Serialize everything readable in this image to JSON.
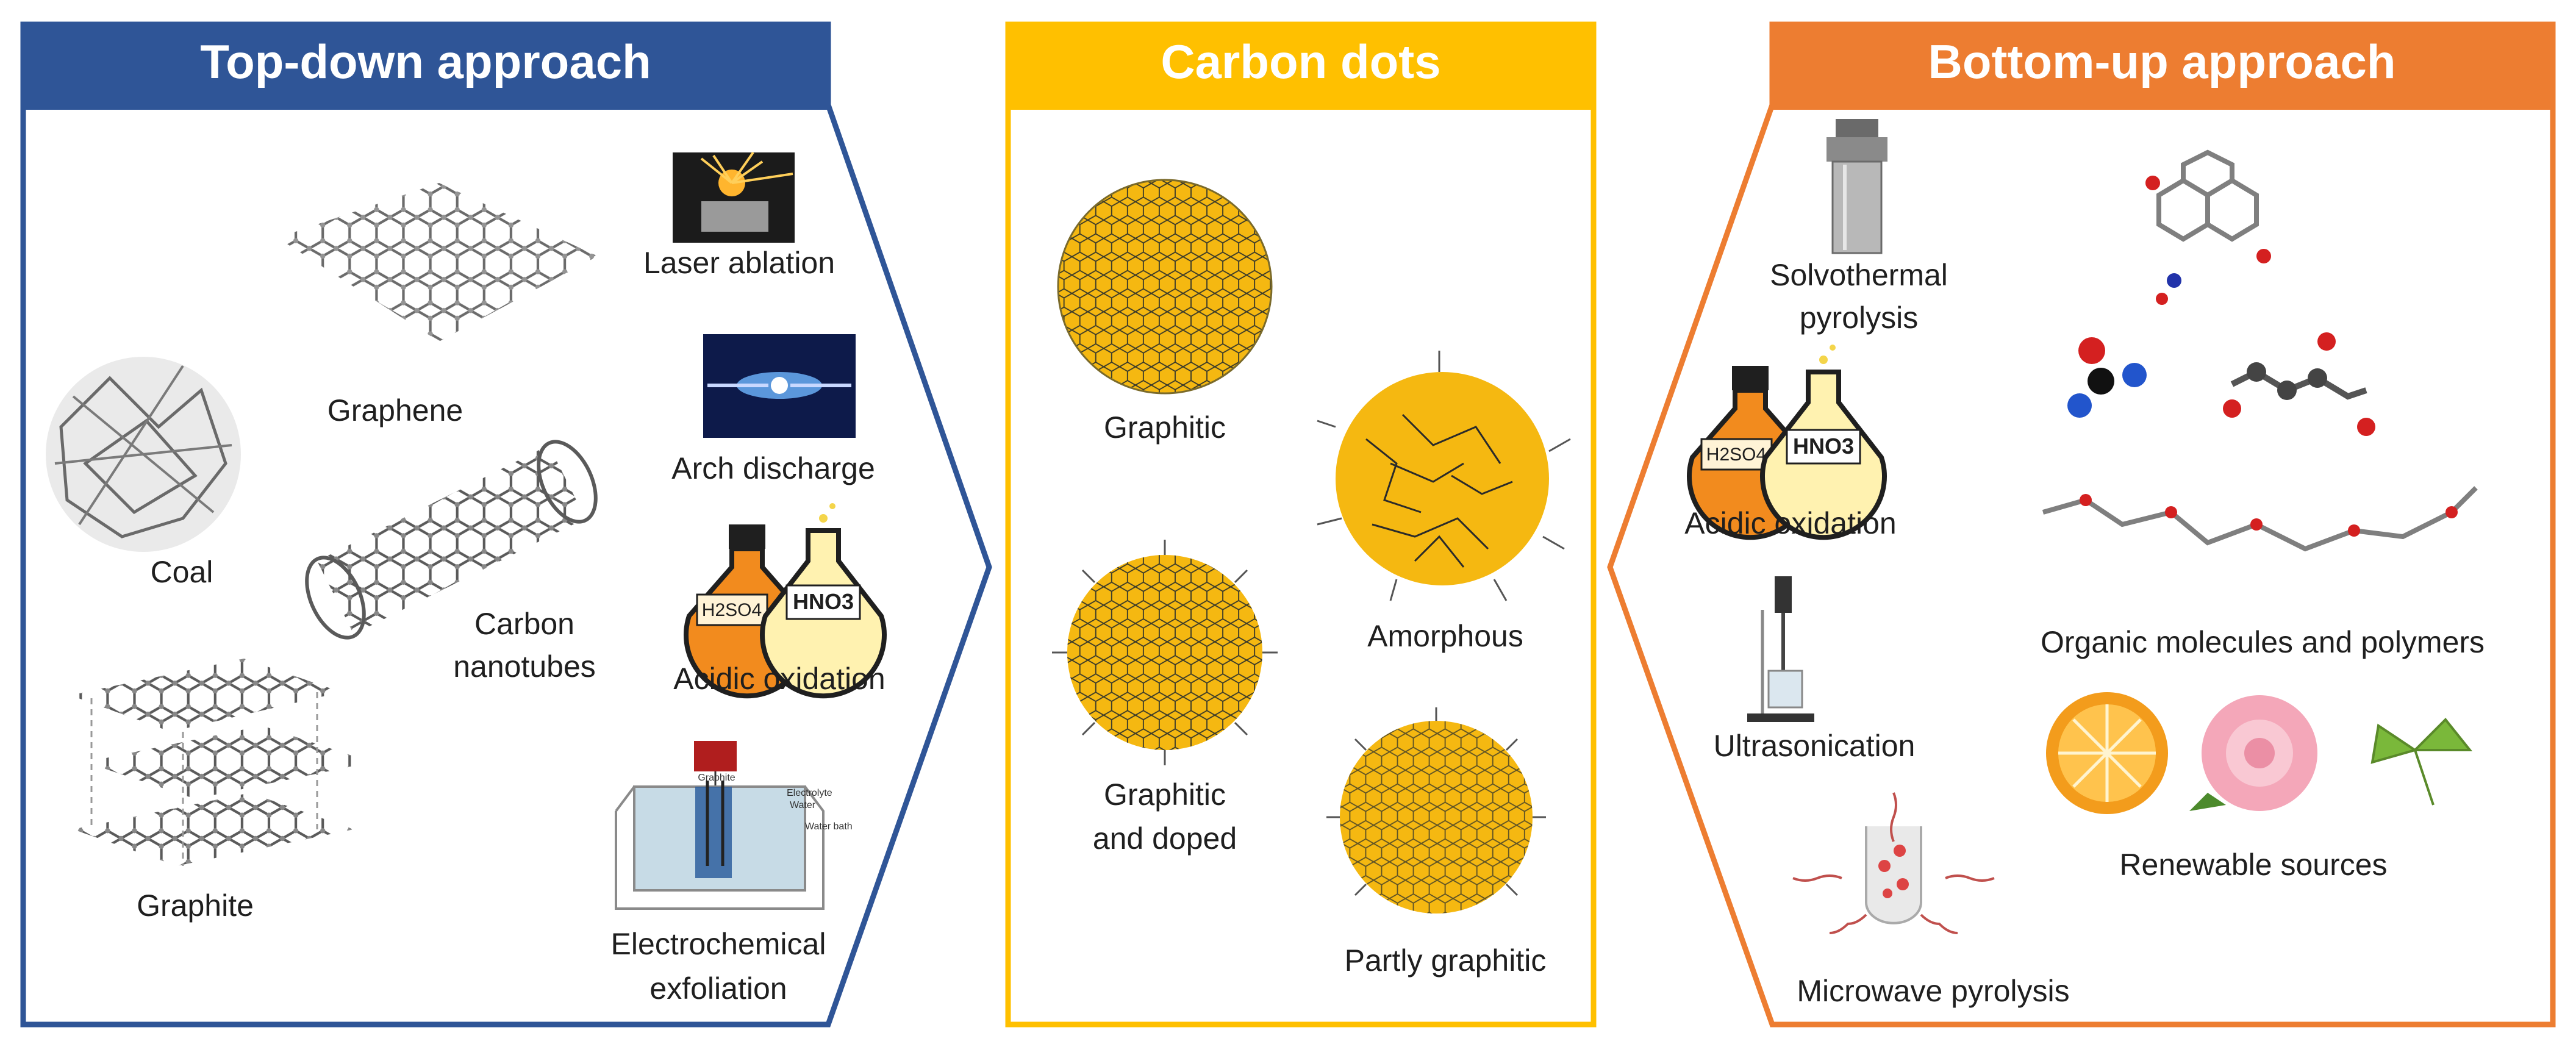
{
  "colors": {
    "top_down": "#2f5597",
    "carbon_dots": "#ffc000",
    "bottom_up": "#ed7d31",
    "dot_fill": "#f5b811",
    "lattice": "#3a3a2a",
    "molecule_grey": "#7f7f7f"
  },
  "panels": {
    "top_down": {
      "title": "Top-down approach",
      "materials": {
        "graphene": "Graphene",
        "coal": "Coal",
        "carbon_nanotubes_1": "Carbon",
        "carbon_nanotubes_2": "nanotubes",
        "graphite": "Graphite"
      },
      "methods": {
        "laser": "Laser ablation",
        "arch": "Arch discharge",
        "acid": "Acidic oxidation",
        "electro_1": "Electrochemical",
        "electro_2": "exfoliation"
      },
      "flask_labels": {
        "left": "H2SO4",
        "right": "HNO3"
      },
      "cell_labels": {
        "top": "Graphite",
        "electrolyte": "Electrolyte",
        "water": "Water",
        "bath": "Water bath"
      }
    },
    "carbon_dots": {
      "title": "Carbon dots",
      "types": {
        "graphitic": "Graphitic",
        "amorphous": "Amorphous",
        "doped_1": "Graphitic",
        "doped_2": "and doped",
        "partly": "Partly graphitic"
      }
    },
    "bottom_up": {
      "title": "Bottom-up approach",
      "methods": {
        "solvo_1": "Solvothermal",
        "solvo_2": "pyrolysis",
        "acid": "Acidic oxidation",
        "ultra": "Ultrasonication",
        "microwave": "Microwave pyrolysis"
      },
      "sources": {
        "organic": "Organic molecules and polymers",
        "renewable": "Renewable sources"
      },
      "flask_labels": {
        "left": "H2SO4",
        "right": "HNO3"
      }
    }
  }
}
